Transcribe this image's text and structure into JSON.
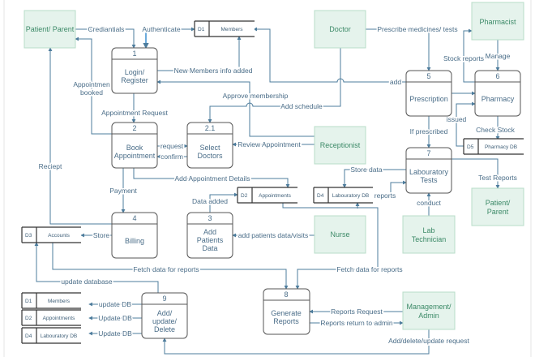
{
  "entities": {
    "patient": [
      "Patient/ Parent"
    ],
    "doctor": [
      "Doctor"
    ],
    "pharmacist": [
      "Pharmacist"
    ],
    "receptionist": [
      "Receptionist"
    ],
    "nurse": [
      "Nurse"
    ],
    "lab_tech": [
      "Lab",
      "Technician"
    ],
    "patient2": [
      "Patient/",
      "Parent"
    ],
    "admin": [
      "Management/",
      "Admin"
    ]
  },
  "processes": {
    "p1": {
      "num": "1",
      "name": [
        "Login/",
        "Register"
      ]
    },
    "p2": {
      "num": "2",
      "name": [
        "Book",
        "Appointment"
      ]
    },
    "p21": {
      "num": "2.1",
      "name": [
        "Select",
        "Doctors"
      ]
    },
    "p3": {
      "num": "3",
      "name": [
        "Add",
        "Patients",
        "Data"
      ]
    },
    "p4": {
      "num": "4",
      "name": [
        "Billing"
      ]
    },
    "p5": {
      "num": "5",
      "name": [
        "Prescription"
      ]
    },
    "p6": {
      "num": "6",
      "name": [
        "Pharmacy"
      ]
    },
    "p7": {
      "num": "7",
      "name": [
        "Labouratory",
        "Tests"
      ]
    },
    "p8": {
      "num": "8",
      "name": [
        "Generate",
        "Reports"
      ]
    },
    "p9": {
      "num": "9",
      "name": [
        "Add/",
        "update/",
        "Delete"
      ]
    }
  },
  "stores": {
    "d1": {
      "id": "D1",
      "name": "Members"
    },
    "d2": {
      "id": "D2",
      "name": "Appointments"
    },
    "d3": {
      "id": "D3",
      "name": "Accounts"
    },
    "d4": {
      "id": "D4",
      "name": "Labouratory DB"
    },
    "d5": {
      "id": "D5",
      "name": "Pharmacy DB"
    },
    "d1b": {
      "id": "D1",
      "name": "Members"
    },
    "d2b": {
      "id": "D2",
      "name": "Appointments"
    },
    "d4b": {
      "id": "D4",
      "name": "Labouratory DB"
    }
  },
  "flows": {
    "credentials": "Crediantials",
    "authenticate": "Authenticate",
    "new_members": "New Members info added",
    "appt_booked": [
      "Appointmen",
      "booked"
    ],
    "approve": "Approve membership",
    "add_schedule": "Add schedule",
    "add": "add",
    "prescribe": "Prescribe medicines/ tests",
    "stock_reports": "Stock reports",
    "manage": "Manage",
    "issued": "issued",
    "check_stock": "Check Stock",
    "if_prescribed": "If prescribed",
    "appt_request": "Appointment Request",
    "request": "request",
    "confirm": "confirm",
    "review_appt": "Review Appointment",
    "add_appt_details": "Add Appointment Details",
    "payment": "Payment",
    "reciept": "Reciept",
    "store": "Store",
    "data_added": "Data added",
    "add_patients": "add patients data/visits",
    "store_data": "Store data",
    "reports": "reports",
    "test_reports": "Test Reports",
    "conduct": "conduct",
    "fetch1": "Fetch data for reports",
    "fetch2": "Fetch data for reports",
    "update_database": "update database",
    "update_db1": "update DB",
    "update_db2": "Update DB",
    "update_db3": "Update DB",
    "reports_request": "Reports Request",
    "reports_return": "Reports return to admin",
    "admin_request": "Add/delete/update request"
  }
}
